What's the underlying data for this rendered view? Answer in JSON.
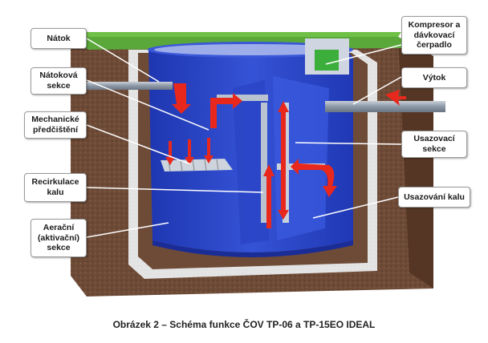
{
  "labels": {
    "natok": "Nátok",
    "natokova_sekce": "Nátoková\nsekce",
    "mechanicke": "Mechanické\npředčištění",
    "recirkulace": "Recirkulace\nkalu",
    "aeracni": "Aerační\n(aktivační)\nsekce",
    "kompresor": "Kompresor a\ndávkovací\nčerpadlo",
    "vytok": "Výtok",
    "usazovaci": "Usazovací\nsekce",
    "usazovani_kalu": "Usazování kalu"
  },
  "caption": "Obrázek 2 – Schéma funkce ČOV TP-06 a TP-15EO IDEAL",
  "colors": {
    "soil": "#6b4a36",
    "concrete": "#e2e2e2",
    "grass": "#5aa83a",
    "tank": "#2a45c8",
    "pipe": "#9aa6b4",
    "arrow": "#e8281c",
    "device": "#3cae3c"
  }
}
